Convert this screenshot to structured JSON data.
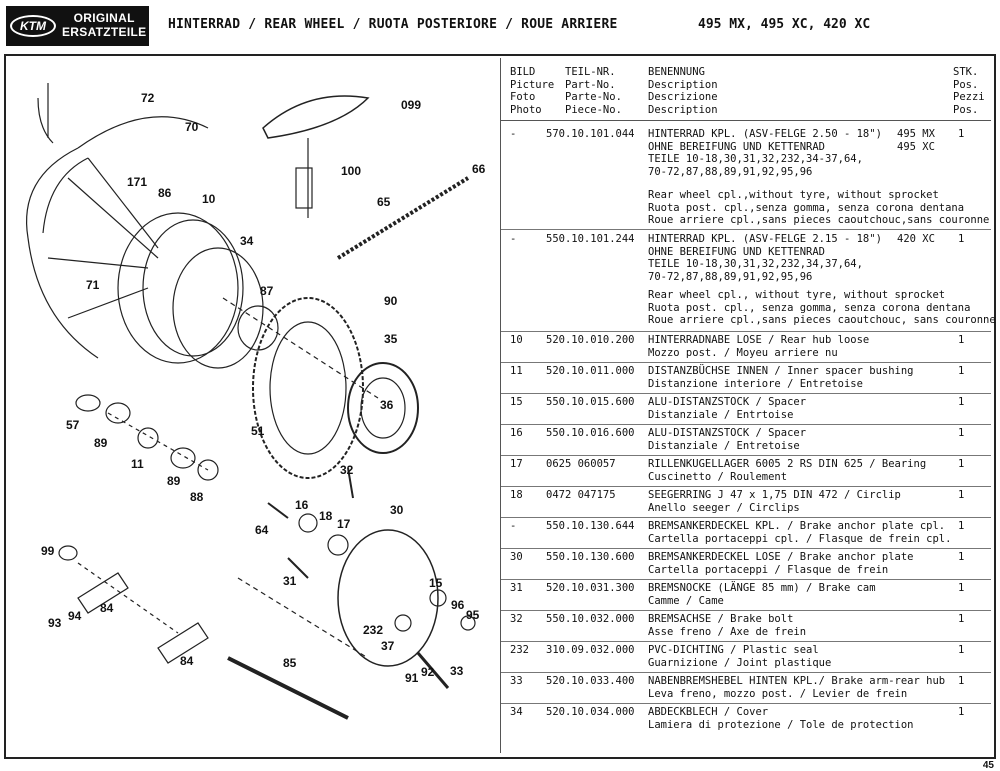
{
  "header": {
    "logo_brand": "KTM",
    "logo_line1": "ORIGINAL",
    "logo_line2": "ERSATZTEILE",
    "title": "HINTERRAD / REAR WHEEL / RUOTA POSTERIORE / ROUE ARRIERE",
    "models": "495 MX, 495 XC, 420 XC"
  },
  "table_header": {
    "col1": "BILD\nPicture\nFoto\nPhoto",
    "col2": "TEIL-NR.\nPart-No.\nParte-No.\nPiece-No.",
    "col3": "BENENNUNG\nDescription\nDescrizione\nDescription",
    "col4": "STK.\nPos.\nPezzi\nPos."
  },
  "diagram_labels": [
    "72",
    "099",
    "70",
    "100",
    "66",
    "171",
    "86",
    "10",
    "65",
    "34",
    "71",
    "87",
    "90",
    "35",
    "36",
    "57",
    "89",
    "11",
    "51",
    "89",
    "88",
    "32",
    "30",
    "16",
    "18",
    "17",
    "64",
    "99",
    "31",
    "15",
    "96",
    "95",
    "84",
    "93",
    "94",
    "232",
    "37",
    "84",
    "85",
    "91",
    "92",
    "33"
  ],
  "rows": [
    {
      "pic": "-",
      "part": "570.10.101.044",
      "desc": "HINTERRAD KPL. (ASV-FELGE 2.50 - 18\")\nOHNE BEREIFUNG UND KETTENRAD\nTEILE 10-18,30,31,32,232,34-37,64,\n70-72,87,88,89,91,92,95,96",
      "model": "495 MX\n495 XC",
      "qty": "1",
      "desc_b": "Rear wheel cpl.,without tyre, without sprocket\nRuota post. cpl.,senza gomma, senza corona dentana\nRoue arriere cpl.,sans pieces caoutchouc,sans couronne"
    },
    {
      "pic": "-",
      "part": "550.10.101.244",
      "desc": "HINTERRAD KPL. (ASV-FELGE 2.15 - 18\")\nOHNE BEREIFUNG UND KETTENRAD\nTEILE 10-18,30,31,32,232,34,37,64,\n70-72,87,88,89,91,92,95,96",
      "model": "420 XC",
      "qty": "1",
      "desc_b": "Rear wheel cpl., without tyre, without sprocket\nRuota post. cpl., senza gomma, senza corona dentana\nRoue arriere cpl.,sans pieces caoutchouc, sans couronne"
    },
    {
      "pic": "10",
      "part": "520.10.010.200",
      "desc": "HINTERRADNABE LOSE / Rear hub loose\nMozzo post. / Moyeu arriere nu",
      "model": "",
      "qty": "1"
    },
    {
      "pic": "11",
      "part": "520.10.011.000",
      "desc": "DISTANZBÜCHSE INNEN / Inner spacer bushing\nDistanzione interiore / Entretoise",
      "model": "",
      "qty": "1"
    },
    {
      "pic": "15",
      "part": "550.10.015.600",
      "desc": "ALU-DISTANZSTOCK / Spacer\nDistanziale / Entrtoise",
      "model": "",
      "qty": "1"
    },
    {
      "pic": "16",
      "part": "550.10.016.600",
      "desc": "ALU-DISTANZSTOCK / Spacer\nDistanziale / Entretoise",
      "model": "",
      "qty": "1"
    },
    {
      "pic": "17",
      "part": "0625 060057",
      "desc": "RILLENKUGELLAGER 6005 2 RS DIN 625 / Bearing\nCuscinetto / Roulement",
      "model": "",
      "qty": "1"
    },
    {
      "pic": "18",
      "part": "0472 047175",
      "desc": "SEEGERRING J 47 x 1,75 DIN 472 / Circlip\nAnello seeger / Circlips",
      "model": "",
      "qty": "1"
    },
    {
      "pic": "-",
      "part": "550.10.130.644",
      "desc": "BREMSANKERDECKEL KPL. / Brake anchor plate cpl.\nCartella portaceppi cpl. / Flasque de frein cpl.",
      "model": "",
      "qty": "1"
    },
    {
      "pic": "30",
      "part": "550.10.130.600",
      "desc": "BREMSANKERDECKEL LOSE / Brake anchor plate\nCartella portaceppi / Flasque de frein",
      "model": "",
      "qty": "1"
    },
    {
      "pic": "31",
      "part": "520.10.031.300",
      "desc": "BREMSNOCKE (LÄNGE 85 mm) / Brake cam\nCamme / Came",
      "model": "",
      "qty": "1"
    },
    {
      "pic": "32",
      "part": "550.10.032.000",
      "desc": "BREMSACHSE / Brake bolt\nAsse freno / Axe de frein",
      "model": "",
      "qty": "1"
    },
    {
      "pic": "232",
      "part": "310.09.032.000",
      "desc": "PVC-DICHTING / Plastic seal\nGuarnizione / Joint plastique",
      "model": "",
      "qty": "1"
    },
    {
      "pic": "33",
      "part": "520.10.033.400",
      "desc": "NABENBREMSHEBEL HINTEN KPL./ Brake arm-rear hub\nLeva freno, mozzo post. / Levier de frein",
      "model": "",
      "qty": "1"
    },
    {
      "pic": "34",
      "part": "520.10.034.000",
      "desc": "ABDECKBLECH / Cover\nLamiera di protezione / Tole de protection",
      "model": "",
      "qty": "1"
    }
  ],
  "page_number": "45"
}
